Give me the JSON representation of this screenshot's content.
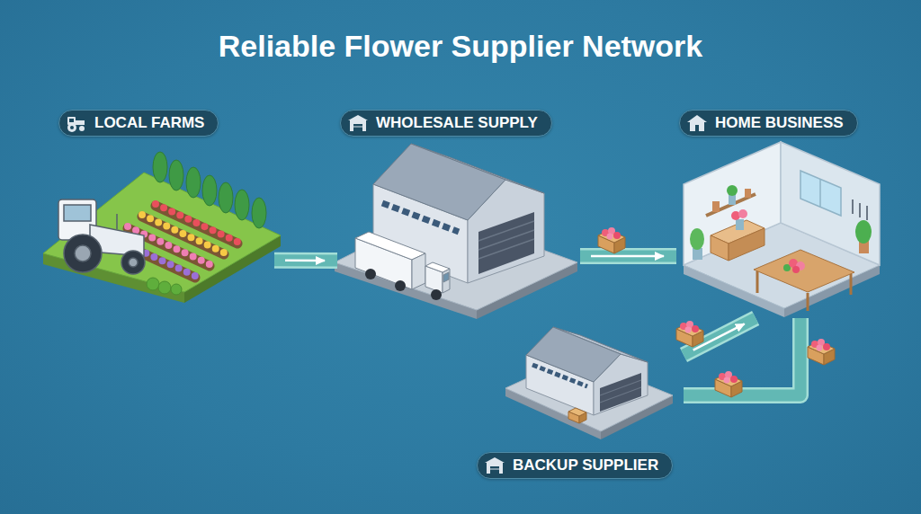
{
  "diagram": {
    "title": "Reliable Flower Supplier Network",
    "nodes": [
      {
        "text": [
          "LOCAL FARMS"
        ]
      },
      {
        "text": [
          "WHOLESALE SUPPLY"
        ]
      },
      {
        "text": [
          "HOME BUSINESS"
        ]
      },
      {
        "text": [
          "BACKUP SUPPLIER"
        ]
      }
    ],
    "edges": [
      {
        "from": 0,
        "to": 1,
        "arrow": "to"
      },
      {
        "from": 1,
        "to": 2,
        "arrow": "to"
      },
      {
        "from": 3,
        "to": 2,
        "arrow": "to"
      },
      {
        "from": 3,
        "to": 2,
        "arrow": "none"
      }
    ]
  }
}
